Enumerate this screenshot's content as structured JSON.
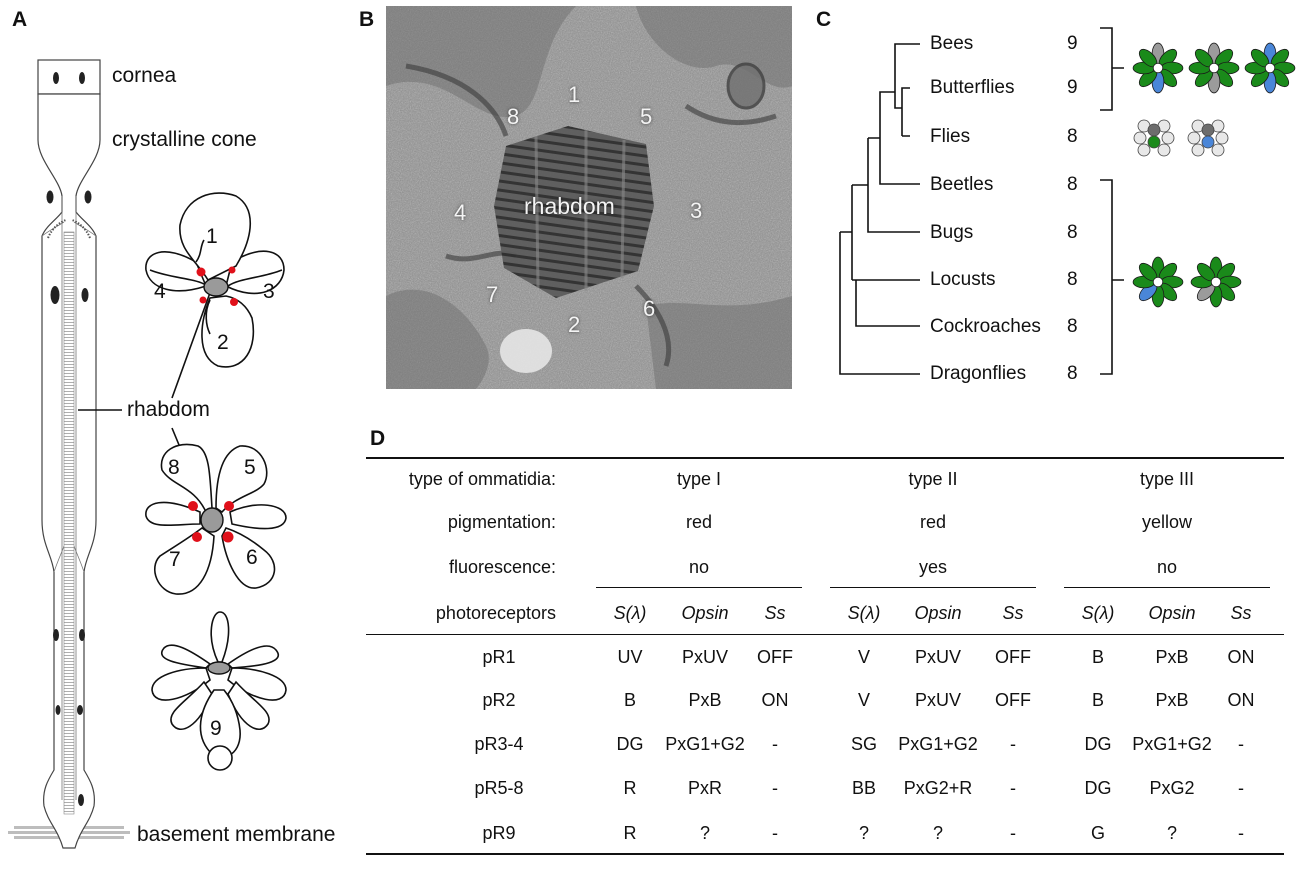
{
  "panel_letters": {
    "a": "A",
    "b": "B",
    "c": "C",
    "d": "D"
  },
  "panel_a": {
    "labels": {
      "cornea": "cornea",
      "crystalline_cone": "crystalline cone",
      "rhabdom": "rhabdom",
      "basement_membrane": "basement membrane"
    },
    "section1_numbers": [
      "1",
      "4",
      "3",
      "2"
    ],
    "section2_numbers": [
      "8",
      "5",
      "7",
      "6"
    ],
    "section3_numbers": [
      "9"
    ],
    "colors": {
      "rhabdom_gray": "#9a9a9a",
      "pigment_red": "#e0101a"
    }
  },
  "panel_b": {
    "cell_numbers": [
      "1",
      "5",
      "8",
      "4",
      "3",
      "7",
      "2",
      "6"
    ],
    "center_label": "rhabdom"
  },
  "panel_c": {
    "taxa": [
      {
        "name": "Bees",
        "count": "9"
      },
      {
        "name": "Butterflies",
        "count": "9"
      },
      {
        "name": "Flies",
        "count": "8"
      },
      {
        "name": "Beetles",
        "count": "8"
      },
      {
        "name": "Bugs",
        "count": "8"
      },
      {
        "name": "Locusts",
        "count": "8"
      },
      {
        "name": "Cockroaches",
        "count": "8"
      },
      {
        "name": "Dragonflies",
        "count": "8"
      }
    ],
    "colors": {
      "green": "#1a8a1a",
      "blue": "#4a86d8",
      "gray": "#9b9b9b",
      "light": "#e8e8e8",
      "dark_gray": "#6d6d6d"
    }
  },
  "panel_d": {
    "row_labels": {
      "type": "type of ommatidia:",
      "pigmentation": "pigmentation:",
      "fluorescence": "fluorescence:",
      "photoreceptors": "photoreceptors"
    },
    "types": [
      {
        "name": "type I",
        "pigmentation": "red",
        "fluorescence": "no"
      },
      {
        "name": "type II",
        "pigmentation": "red",
        "fluorescence": "yes"
      },
      {
        "name": "type III",
        "pigmentation": "yellow",
        "fluorescence": "no"
      }
    ],
    "sub_headers": [
      "S(λ)",
      "Opsin",
      "Ss"
    ],
    "rows": [
      {
        "label": "pR1",
        "cells": [
          "UV",
          "PxUV",
          "OFF",
          "V",
          "PxUV",
          "OFF",
          "B",
          "PxB",
          "ON"
        ]
      },
      {
        "label": "pR2",
        "cells": [
          "B",
          "PxB",
          "ON",
          "V",
          "PxUV",
          "OFF",
          "B",
          "PxB",
          "ON"
        ]
      },
      {
        "label": "pR3-4",
        "cells": [
          "DG",
          "PxG1+G2",
          "-",
          "SG",
          "PxG1+G2",
          "-",
          "DG",
          "PxG1+G2",
          "-"
        ]
      },
      {
        "label": "pR5-8",
        "cells": [
          "R",
          "PxR",
          "-",
          "BB",
          "PxG2+R",
          "-",
          "DG",
          "PxG2",
          "-"
        ]
      },
      {
        "label": "pR9",
        "cells": [
          "R",
          "?",
          "-",
          "?",
          "?",
          "-",
          "G",
          "?",
          "-"
        ]
      }
    ]
  }
}
